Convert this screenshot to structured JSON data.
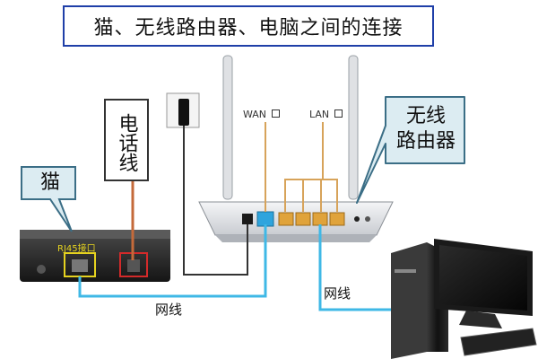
{
  "title": "猫、无线路由器、电脑之间的连接",
  "labels": {
    "phone_line": "电话线",
    "modem": "猫",
    "router": "无线路由器",
    "router_line1": "无线",
    "router_line2": "路由器",
    "wan": "WAN",
    "lan": "LAN",
    "rj45": "RJ45接口",
    "cable_1": "网线",
    "cable_2": "网线"
  },
  "colors": {
    "title_border": "#1f3fa8",
    "callout_fill": "#dcecf2",
    "callout_stroke": "#3b6e86",
    "network_cable": "#3fb8e6",
    "phone_cable": "#c46a3a",
    "power_cable": "#333333",
    "rj45_highlight": "#e5d21f",
    "phone_port_highlight": "#d32a2a"
  },
  "icons": [
    "modem-device",
    "wireless-router",
    "power-adapter",
    "desktop-tower",
    "monitor",
    "keyboard"
  ]
}
